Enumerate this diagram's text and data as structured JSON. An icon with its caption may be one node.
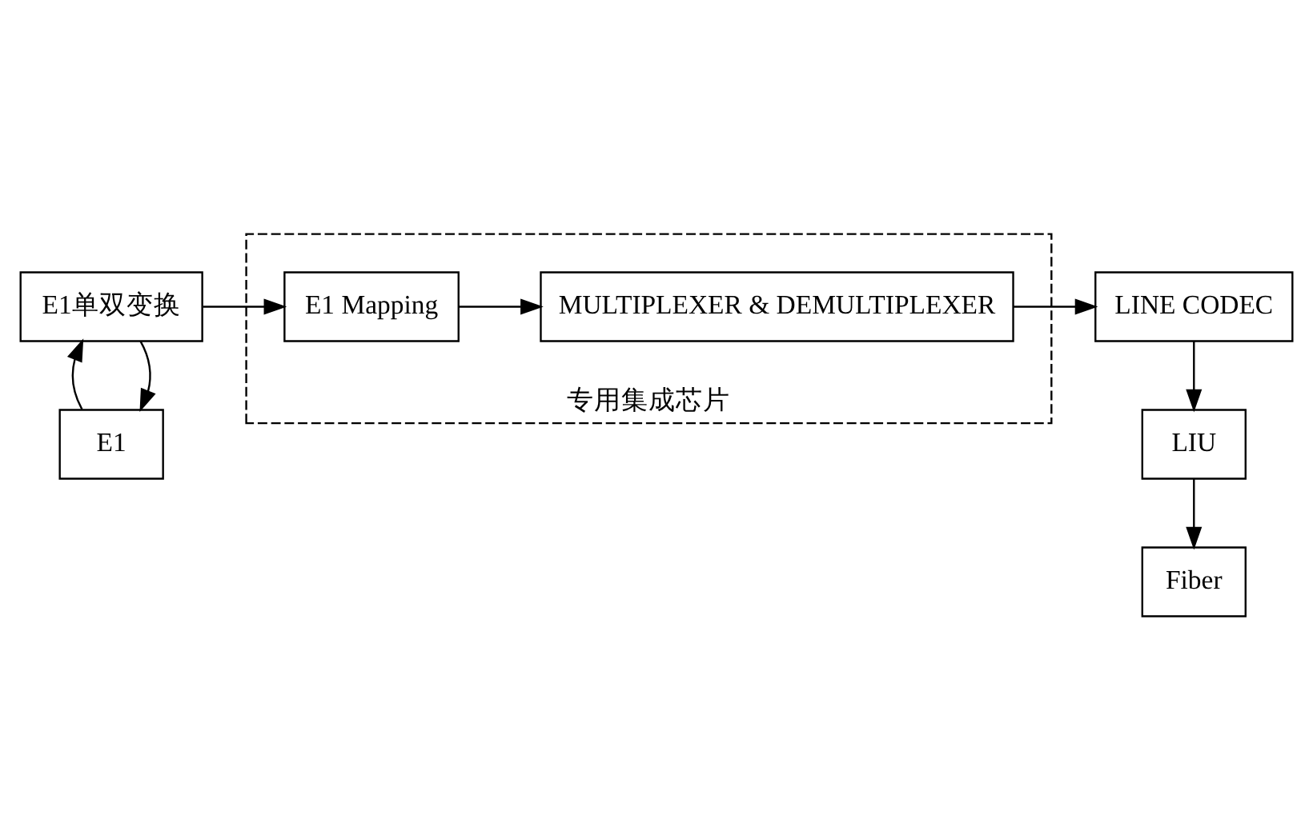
{
  "diagram": {
    "nodes": [
      {
        "text": [
          "E1"
        ]
      },
      {
        "text": [
          "E1单双变换"
        ]
      },
      {
        "text": [
          "专用集成芯片"
        ]
      },
      {
        "text": [
          "E1 Mapping"
        ],
        "in": 2
      },
      {
        "text": [
          "MULTIPLEXER & DEMULTIPLEXER"
        ],
        "in": 2
      },
      {
        "text": [
          "LINE CODEC"
        ]
      },
      {
        "text": [
          "LIU"
        ]
      },
      {
        "text": [
          "Fiber"
        ]
      }
    ],
    "edges": [
      {
        "from": 1,
        "to": 0,
        "arrow": "to"
      },
      {
        "from": 0,
        "to": 1,
        "arrow": "to"
      },
      {
        "from": 1,
        "to": 3,
        "arrow": "to"
      },
      {
        "from": 3,
        "to": 4,
        "arrow": "to"
      },
      {
        "from": 4,
        "to": 5,
        "arrow": "to"
      },
      {
        "from": 5,
        "to": 6,
        "arrow": "to"
      },
      {
        "from": 6,
        "to": 7,
        "arrow": "to"
      }
    ]
  }
}
